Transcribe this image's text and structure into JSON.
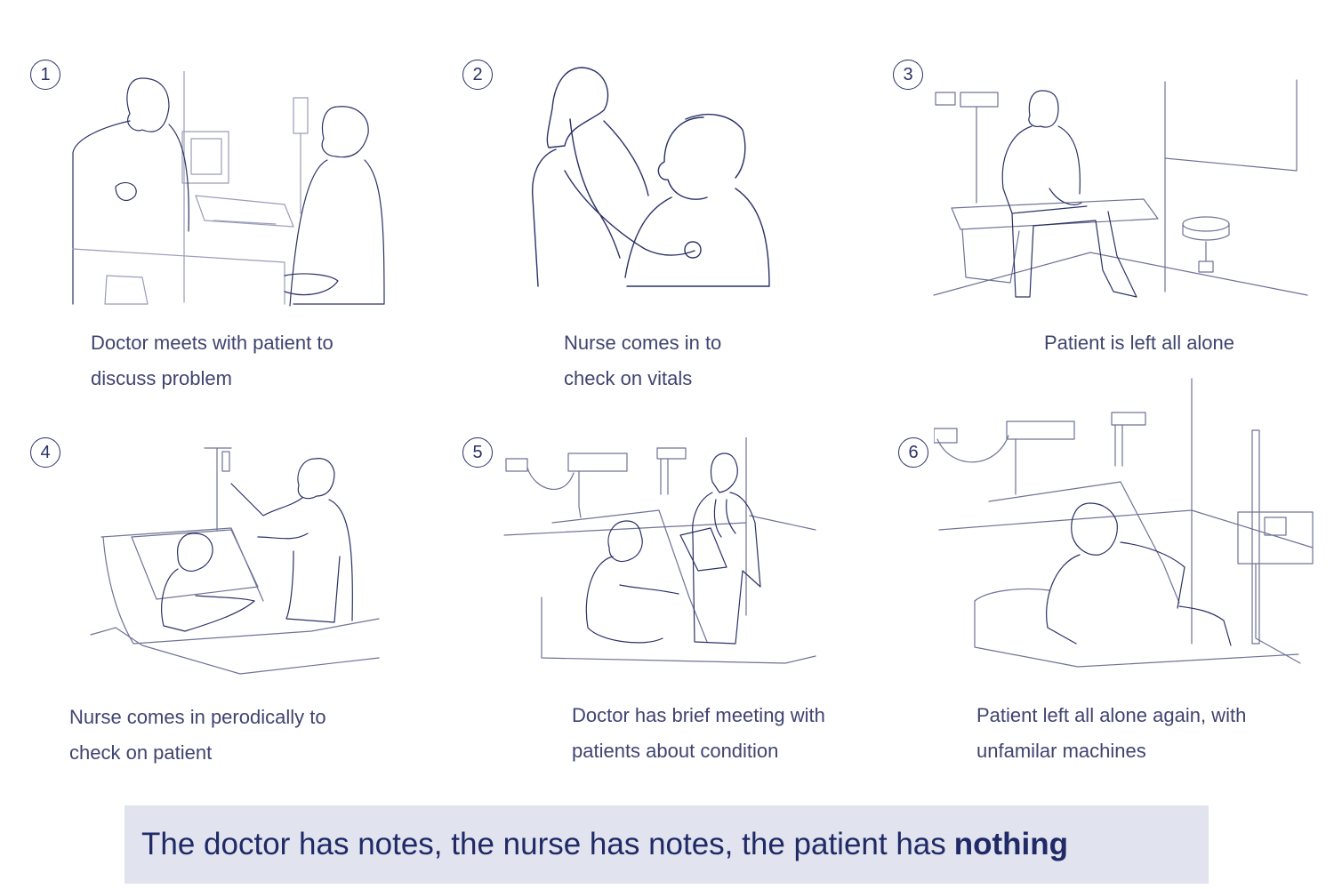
{
  "steps": [
    {
      "number": "1",
      "caption_line1": "Doctor meets with patient to",
      "caption_line2": "discuss problem",
      "illustration": "doctor-consultation-illustration"
    },
    {
      "number": "2",
      "caption_line1": "Nurse comes in to",
      "caption_line2": "check on vitals",
      "illustration": "nurse-stethoscope-illustration"
    },
    {
      "number": "3",
      "caption_line1": "Patient is left all alone",
      "caption_line2": "",
      "illustration": "patient-alone-illustration"
    },
    {
      "number": "4",
      "caption_line1": "Nurse comes in perodically to",
      "caption_line2": "check on patient",
      "illustration": "nurse-iv-illustration"
    },
    {
      "number": "5",
      "caption_line1": "Doctor has brief meeting with",
      "caption_line2": "patients about condition",
      "illustration": "doctor-bedside-illustration"
    },
    {
      "number": "6",
      "caption_line1": "Patient left all alone again, with",
      "caption_line2": "unfamilar machines",
      "illustration": "patient-machines-illustration"
    }
  ],
  "banner": {
    "text": "The doctor has notes, the nurse has notes, the patient has",
    "emphasis": "nothing"
  },
  "colors": {
    "ink": "#2b3266",
    "caption": "#3f4470",
    "banner_bg": "#e1e3ee",
    "banner_text": "#1f2a66"
  }
}
